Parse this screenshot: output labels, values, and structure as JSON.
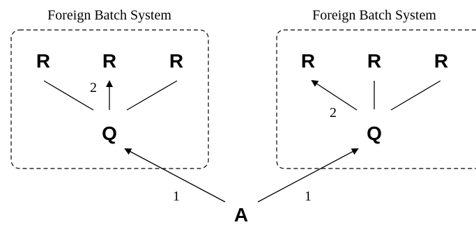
{
  "systems": [
    {
      "title": "Foreign Batch System",
      "queue_label": "Q",
      "resources": [
        {
          "label": "R"
        },
        {
          "label": "R"
        },
        {
          "label": "R"
        }
      ],
      "dispatch_label": "2"
    },
    {
      "title": "Foreign Batch System",
      "queue_label": "Q",
      "resources": [
        {
          "label": "R"
        },
        {
          "label": "R"
        },
        {
          "label": "R"
        }
      ],
      "dispatch_label": "2"
    }
  ],
  "agent": {
    "label": "A",
    "submit_left_label": "1",
    "submit_right_label": "1"
  }
}
